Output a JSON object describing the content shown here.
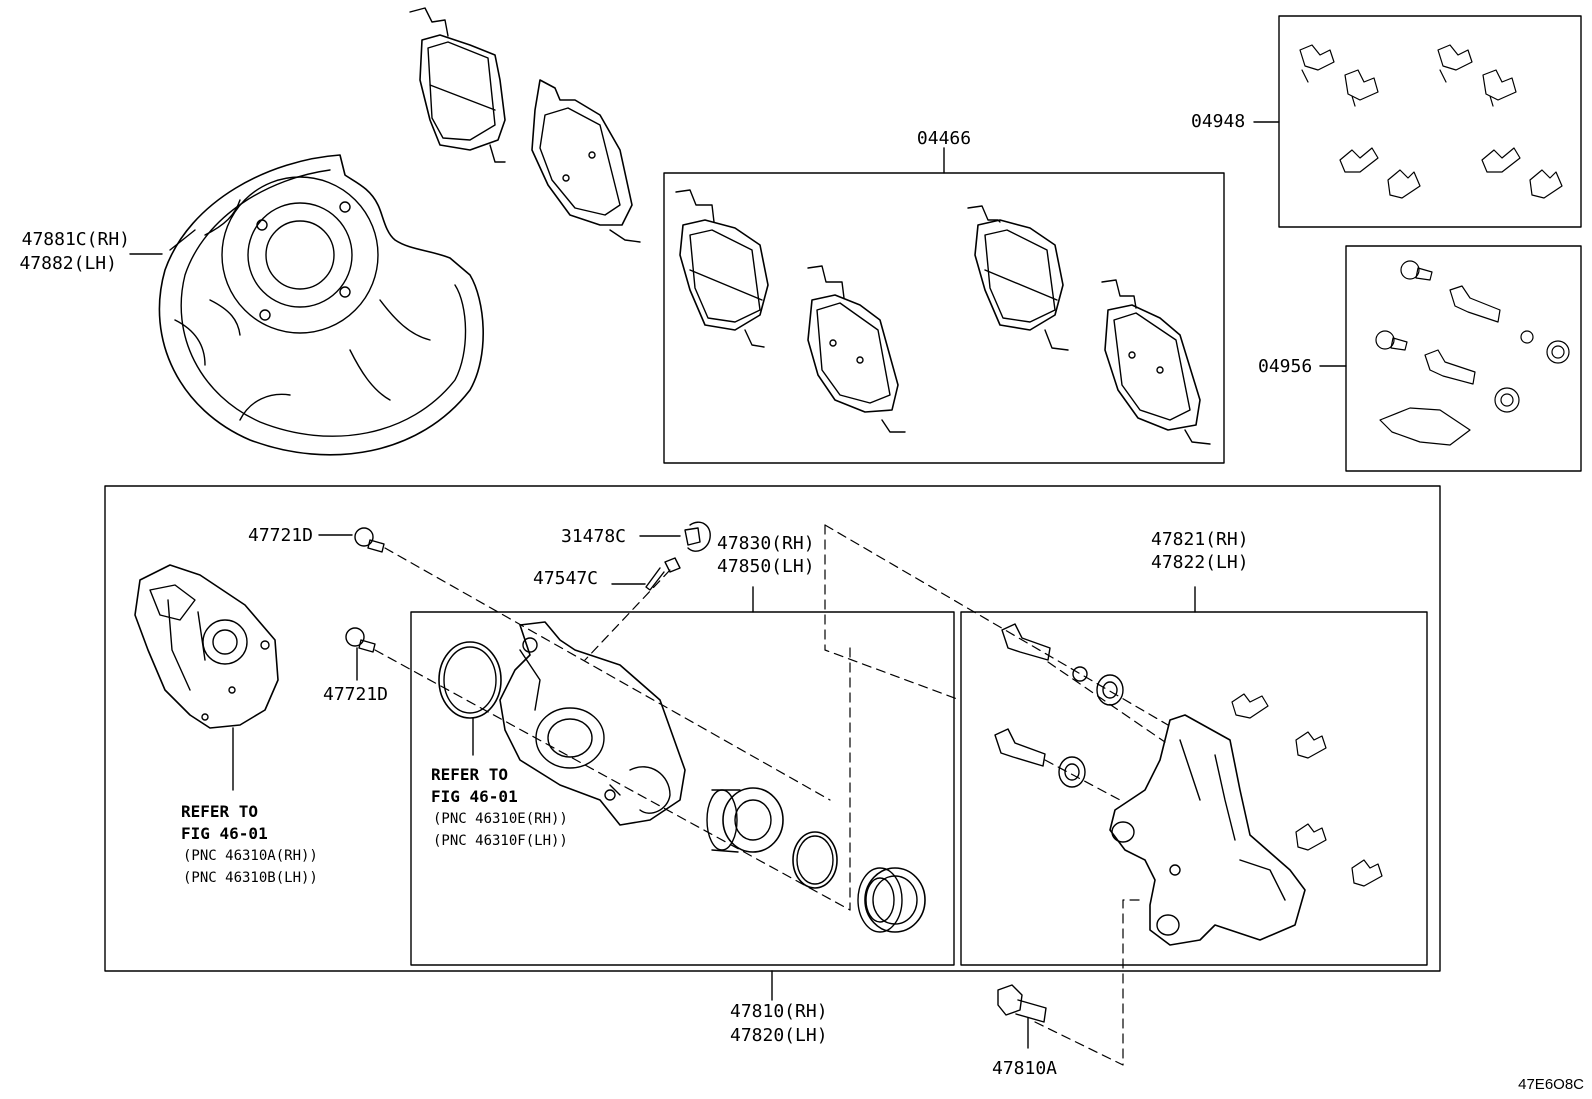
{
  "labels": {
    "p47881c": "47881C(RH)",
    "p47882": "47882(LH)",
    "p04466": "04466",
    "p04948": "04948",
    "p04956": "04956",
    "p47721d_top": "47721D",
    "p47721d_mid": "47721D",
    "p31478c": "31478C",
    "p47547c": "47547C",
    "p47830": "47830(RH)",
    "p47850": "47850(LH)",
    "p47821": "47821(RH)",
    "p47822": "47822(LH)",
    "p47810": "47810(RH)",
    "p47820": "47820(LH)",
    "p47810a": "47810A"
  },
  "refs": {
    "actuator": {
      "line1": "REFER TO",
      "line2": "FIG 46-01",
      "pnc1": "(PNC 46310A(RH))",
      "pnc2": "(PNC 46310B(LH))"
    },
    "caliper": {
      "line1": "REFER TO",
      "line2": "FIG 46-01",
      "pnc1": "(PNC 46310E(RH))",
      "pnc2": "(PNC 46310F(LH))"
    }
  },
  "figure_code": "47E6O8C"
}
